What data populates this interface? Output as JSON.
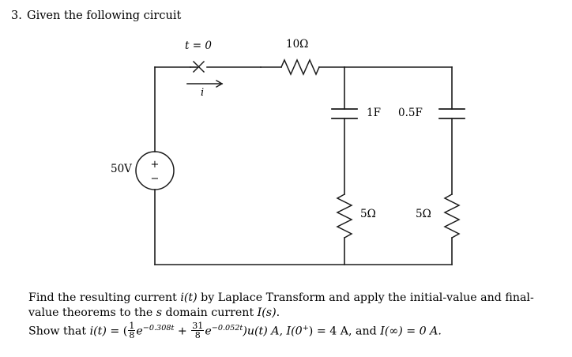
{
  "question": {
    "number": "3.",
    "prompt": "Given the following circuit"
  },
  "circuit": {
    "switch_label": "t = 0",
    "current_label": "i",
    "resistor_top_label": "10Ω",
    "cap1_label": "1F",
    "cap2_label": "0.5F",
    "res1_label": "5Ω",
    "res2_label": "5Ω",
    "source_label": "50V",
    "source_plus": "+",
    "source_minus": "−",
    "colors": {
      "wire": "#000000",
      "background": "#ffffff"
    }
  },
  "body_text": {
    "line1_a": "Find the resulting current ",
    "line1_it": "i(t)",
    "line1_b": " by Laplace Transform and apply the initial-value and final-",
    "line2_a": "value theorems to the ",
    "line2_s": "s",
    "line2_b": " domain current ",
    "line2_is": "I(s)",
    "line2_c": ".",
    "line3_a": "Show that ",
    "line3_it": "i(t)",
    "line3_eq": " = (",
    "line3_frac1_num": "1",
    "line3_frac1_den": "8",
    "line3_e1": "e",
    "line3_e1_exp": "−0.308t",
    "line3_plus": " + ",
    "line3_frac2_num": "31",
    "line3_frac2_den": "8",
    "line3_e2": "e",
    "line3_e2_exp": "−0.052t",
    "line3_close": ")u(t) A, ",
    "line3_i0": "I(0",
    "line3_i0_sup": "+",
    "line3_i0_val": ") = 4 A, and ",
    "line3_inf": "I(∞) = 0 A."
  }
}
